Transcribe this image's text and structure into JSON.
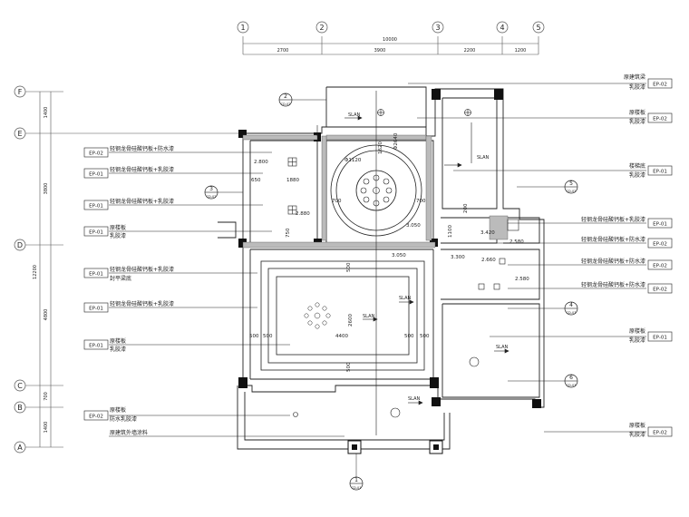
{
  "grid_top": [
    "1",
    "2",
    "3",
    "4",
    "5"
  ],
  "grid_left": [
    "F",
    "E",
    "D",
    "C",
    "B",
    "A"
  ],
  "top_dims": {
    "total": "10000",
    "segments": [
      "2700",
      "3900",
      "2200",
      "1200"
    ]
  },
  "left_dims": {
    "total": "12200",
    "segments": [
      "1400",
      "3800",
      "4800",
      "700",
      "1400"
    ]
  },
  "left_labels": [
    {
      "code": "EP-02",
      "text": "轻钢龙骨硅酸钙板+防水漆"
    },
    {
      "code": "EP-01",
      "text": "轻钢龙骨硅酸钙板+乳胶漆"
    },
    {
      "code": "EP-01",
      "text": "轻钢龙骨硅酸钙板+乳胶漆"
    },
    {
      "code": "EP-01",
      "text": "原楼板",
      "text2": "乳胶漆"
    },
    {
      "code": "EP-01",
      "text": "轻钢龙骨硅酸钙板+乳胶漆",
      "text2": "封平梁底"
    },
    {
      "code": "EP-01",
      "text": "轻钢龙骨硅酸钙板+乳胶漆"
    },
    {
      "code": "EP-01",
      "text": "原楼板",
      "text2": "乳胶漆"
    },
    {
      "code": "EP-02",
      "text": "原楼板",
      "text2": "防水乳胶漆"
    }
  ],
  "left_bottom_text": "原建筑外墙涂料",
  "right_labels": [
    {
      "code": "EP-02",
      "text": "原建筑梁",
      "text2": "乳胶漆"
    },
    {
      "code": "EP-02",
      "text": "原楼板",
      "text2": "乳胶漆"
    },
    {
      "code": "EP-01",
      "text": "楼梯底",
      "text2": "乳胶漆"
    },
    {
      "code": "EP-01",
      "text": "轻钢龙骨硅酸钙板+乳胶漆"
    },
    {
      "code": "EP-02",
      "text": "轻钢龙骨硅酸钙板+防水漆"
    },
    {
      "code": "EP-02",
      "text": "轻钢龙骨硅酸钙板+防水漆"
    },
    {
      "code": "EP-02",
      "text": "轻钢龙骨硅酸钙板+防水漆"
    },
    {
      "code": "EP-01",
      "text": "原楼板",
      "text2": "乳胶漆"
    },
    {
      "code": "EP-02",
      "text": "原楼板",
      "text2": "乳胶漆"
    }
  ],
  "section_markers": [
    {
      "num": "2",
      "ref": "CD-02"
    },
    {
      "num": "3",
      "ref": "CD-02"
    },
    {
      "num": "5",
      "ref": "CD-02"
    },
    {
      "num": "4",
      "ref": "CD-03"
    },
    {
      "num": "6",
      "ref": "CD-03"
    },
    {
      "num": "1",
      "ref": "CD-01"
    }
  ],
  "slan": "SLAN",
  "plan_dims": [
    "2.800",
    "650",
    "1880",
    "2.880",
    "700",
    "700",
    "Φ1120",
    "1620",
    "Φ2640",
    "3.050",
    "3.050",
    "4400",
    "2600",
    "500",
    "500",
    "500",
    "500",
    "500",
    "500",
    "750",
    "1100",
    "200",
    "3.420",
    "2.580",
    "3.300",
    "2.660",
    "2.580"
  ]
}
